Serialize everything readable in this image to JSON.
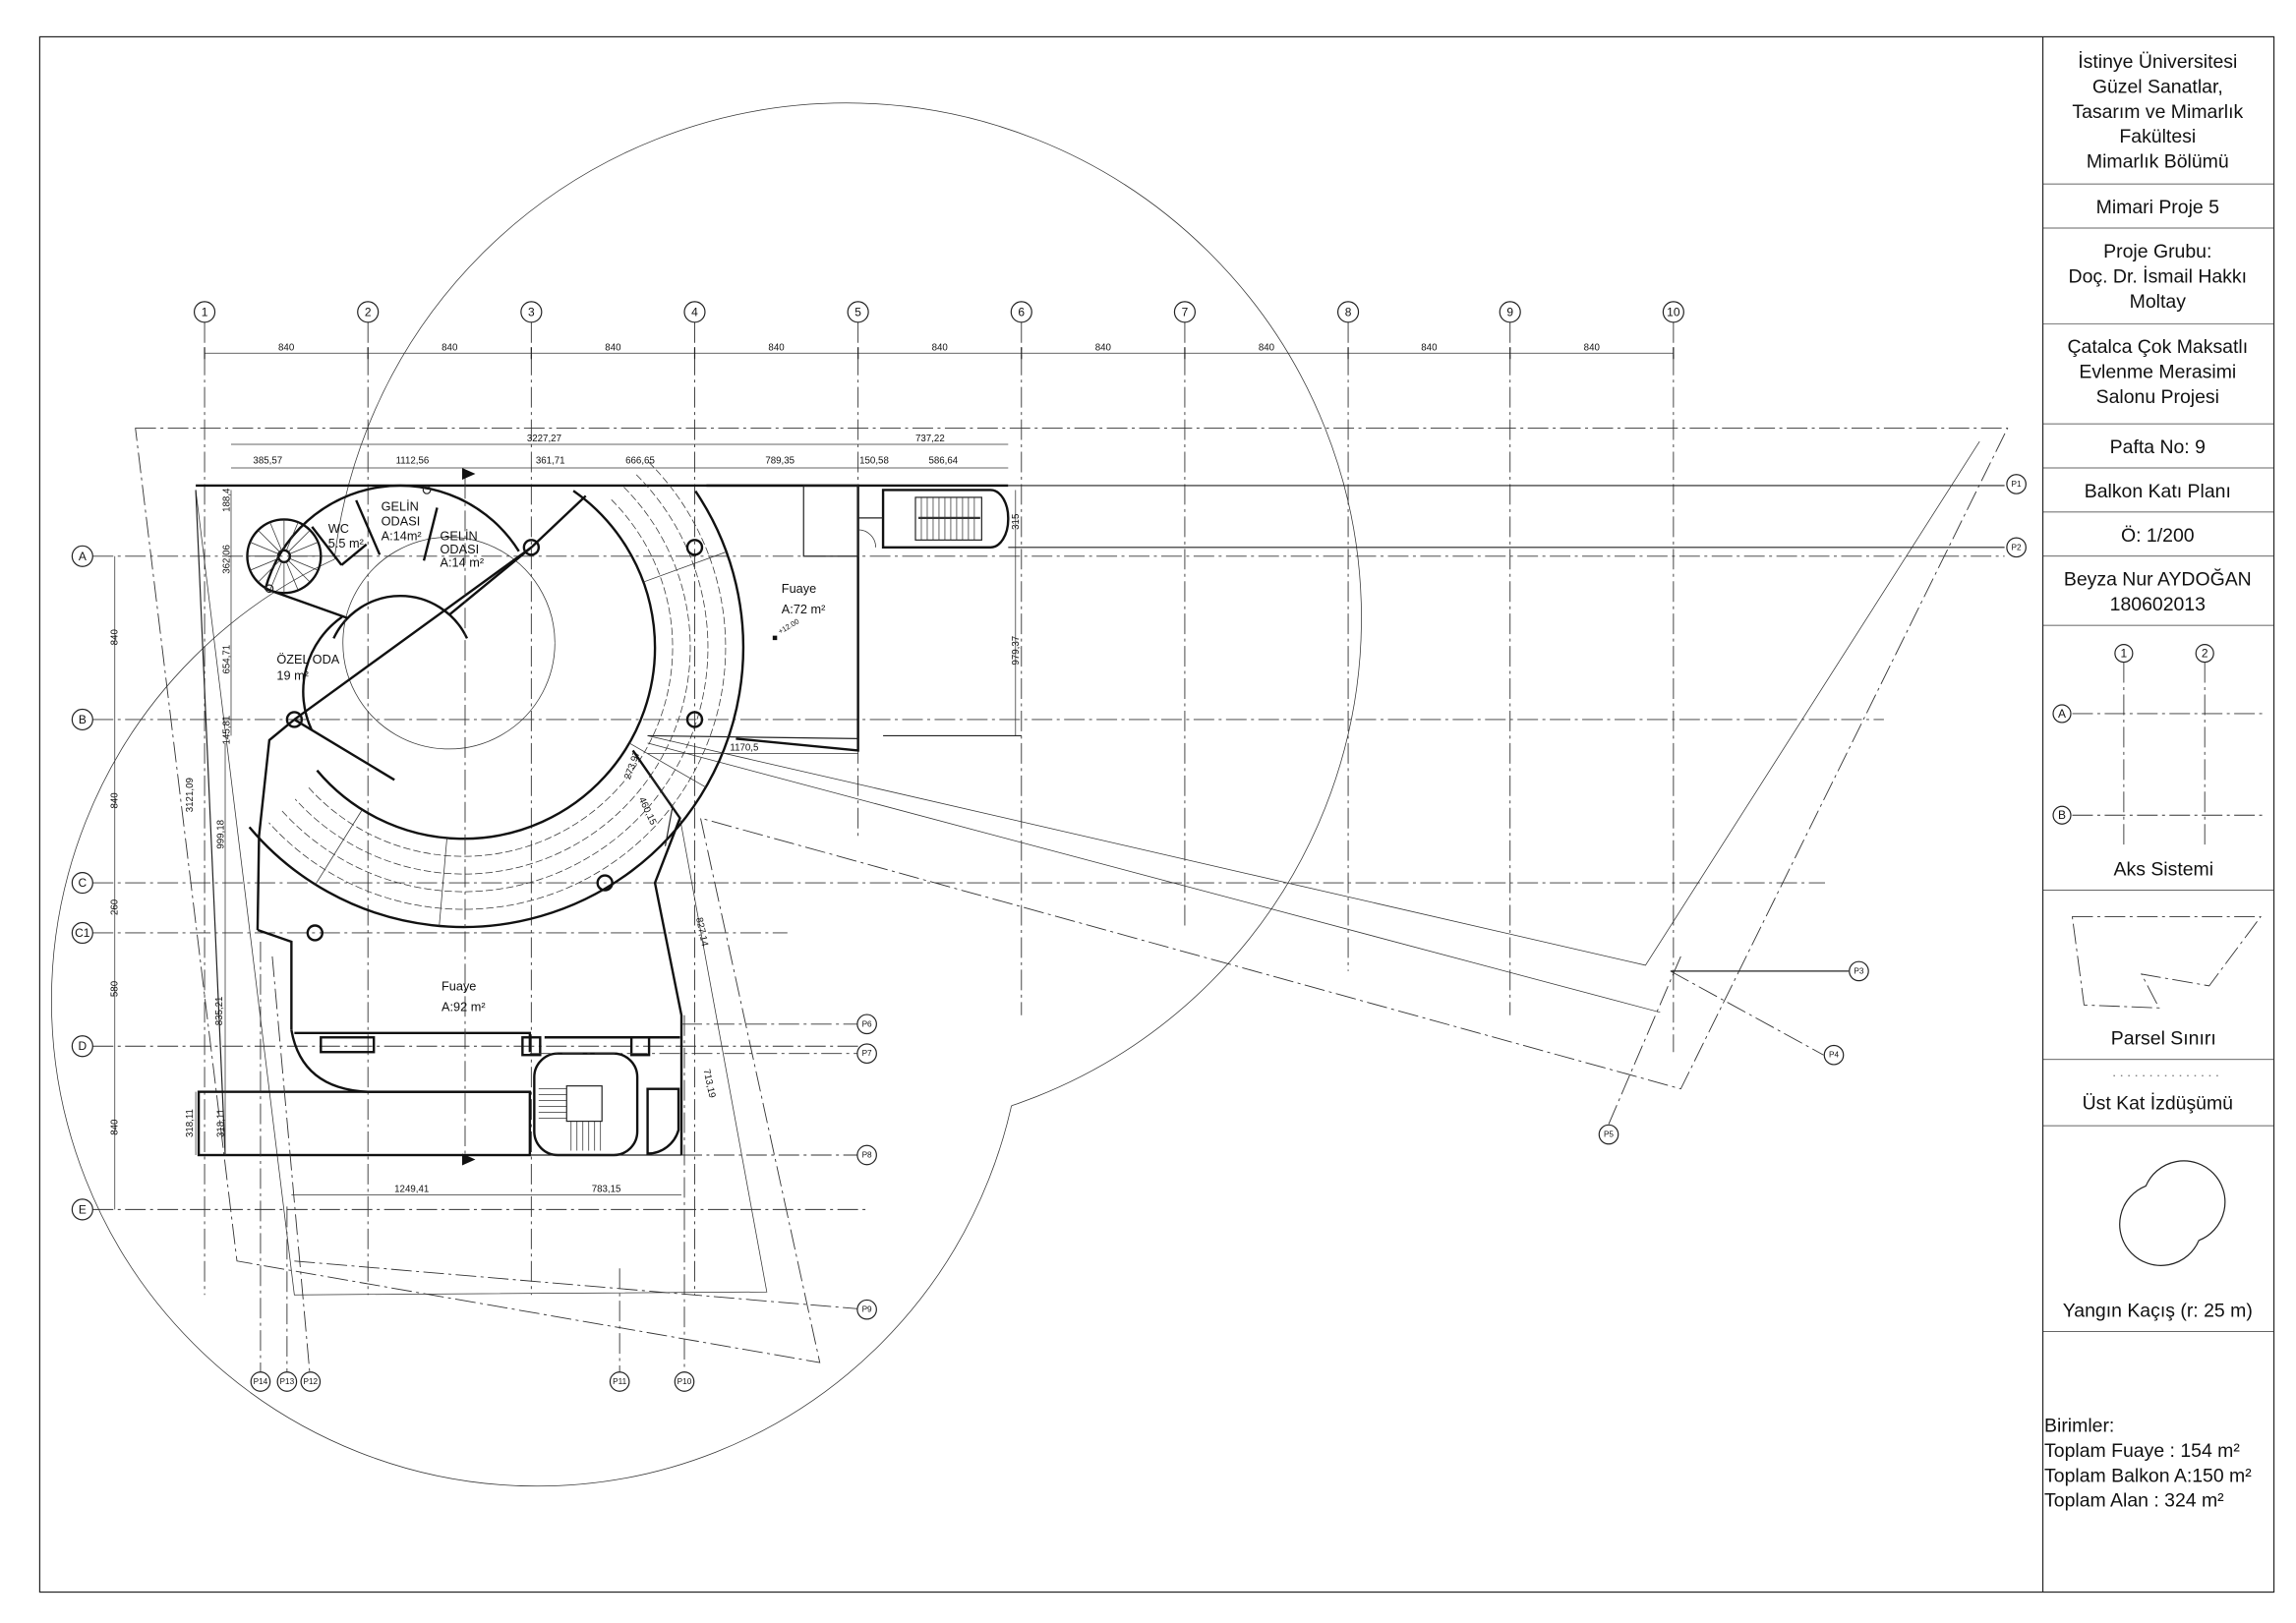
{
  "title_block": {
    "institution": [
      "İstinye Üniversitesi",
      "Güzel Sanatlar,",
      "Tasarım ve Mimarlık",
      "Fakültesi",
      "Mimarlık Bölümü"
    ],
    "course": "Mimari Proje 5",
    "group": [
      "Proje Grubu:",
      "Doç. Dr. İsmail Hakkı",
      "Moltay"
    ],
    "project": [
      "Çatalca Çok Maksatlı",
      "Evlenme Merasimi",
      "Salonu Projesi"
    ],
    "sheet_no": "Pafta No: 9",
    "sheet_title": "Balkon Katı Planı",
    "scale": "Ö: 1/200",
    "student": [
      "Beyza Nur AYDOĞAN",
      "180602013"
    ],
    "legend": {
      "axis_system": "Aks Sistemi",
      "axis_cols": [
        "1",
        "2"
      ],
      "axis_rows": [
        "A",
        "B"
      ],
      "parcel": "Parsel Sınırı",
      "upper_floor": "Üst Kat İzdüşümü",
      "fire_escape": "Yangın Kaçış (r: 25 m)"
    },
    "units": [
      "Birimler:",
      "Toplam Fuaye : 154 m²",
      "Toplam Balkon A:150 m²",
      "Toplam Alan : 324 m²"
    ]
  },
  "grid": {
    "columns": [
      "1",
      "2",
      "3",
      "4",
      "5",
      "6",
      "7",
      "8",
      "9",
      "10"
    ],
    "column_spacing": [
      "840",
      "840",
      "840",
      "840",
      "840",
      "840",
      "840",
      "840",
      "840"
    ],
    "rows": [
      "A",
      "B",
      "C",
      "C1",
      "D",
      "E"
    ],
    "row_spacing": [
      "840",
      "840",
      "260",
      "580",
      "840"
    ]
  },
  "points": [
    "P1",
    "P2",
    "P3",
    "P4",
    "P5",
    "P6",
    "P7",
    "P8",
    "P9",
    "P10",
    "P11",
    "P12",
    "P13",
    "P14"
  ],
  "dimensions": {
    "top_total": "3227,27",
    "top_segments": [
      "385,57",
      "1112,56",
      "361,71",
      "666,65",
      "789,35",
      "150,58",
      "586,64"
    ],
    "stair_total": "737,22",
    "left": [
      "188,4",
      "362,06",
      "654,71",
      "145,81",
      "3121,09",
      "999,18",
      "835,21",
      "318,11",
      "318,11"
    ],
    "right_stair": "315",
    "right_height": "979,37",
    "fuaye_width": "1170,5",
    "bottom": [
      "1249,41",
      "783,15"
    ],
    "diagonal": [
      "273,97",
      "460,15",
      "827,14",
      "713,19"
    ]
  },
  "rooms": {
    "wc": [
      "WC",
      "5.5 m²"
    ],
    "gelin1": [
      "GELİN",
      "ODASI",
      "A:14m²"
    ],
    "gelin2": [
      "GELİN",
      "ODASI",
      "A:14 m²"
    ],
    "ozel": [
      "ÖZEL ODA",
      "19 m²"
    ],
    "fuaye_upper": [
      "Fuaye",
      "A:72 m²"
    ],
    "level": "+12.00",
    "fuaye_lower": [
      "Fuaye",
      "A:92 m²"
    ]
  }
}
